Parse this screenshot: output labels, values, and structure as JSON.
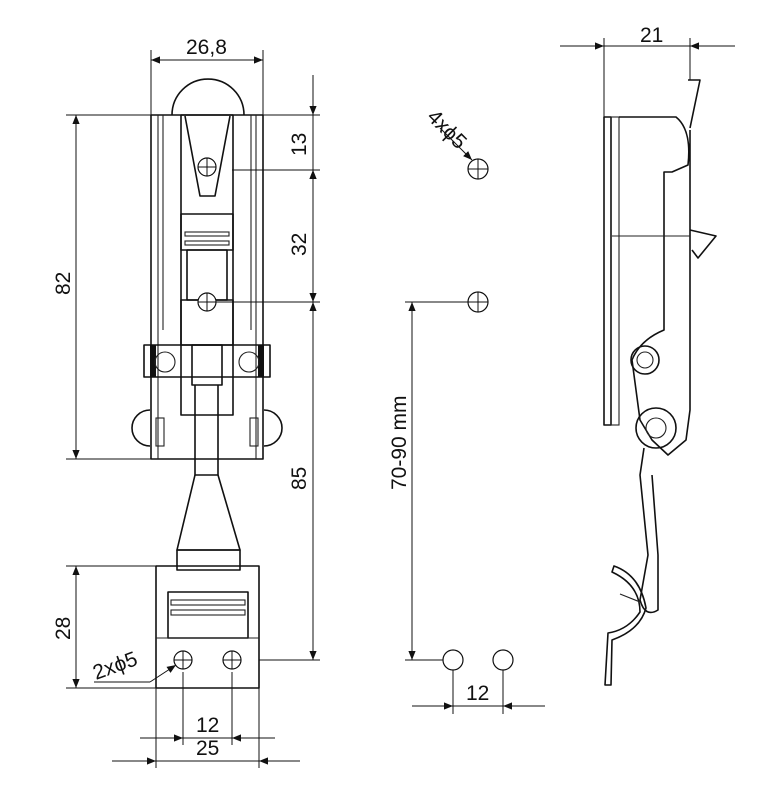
{
  "drawing": {
    "front_view": {
      "width_label": "26,8",
      "height_label": "82",
      "top_offset_label": "13",
      "pivot_offset_label": "32",
      "strike_length_label": "85",
      "strike_height_label": "28",
      "strike_holes_label": "2xϕ5",
      "strike_hole_spacing_label": "12",
      "strike_width_label": "25"
    },
    "middle_view": {
      "mount_holes_label": "4xϕ5",
      "adjustment_range_label": "70-90 mm",
      "hole_spacing_label": "12"
    },
    "side_view": {
      "depth_label": "21"
    }
  }
}
